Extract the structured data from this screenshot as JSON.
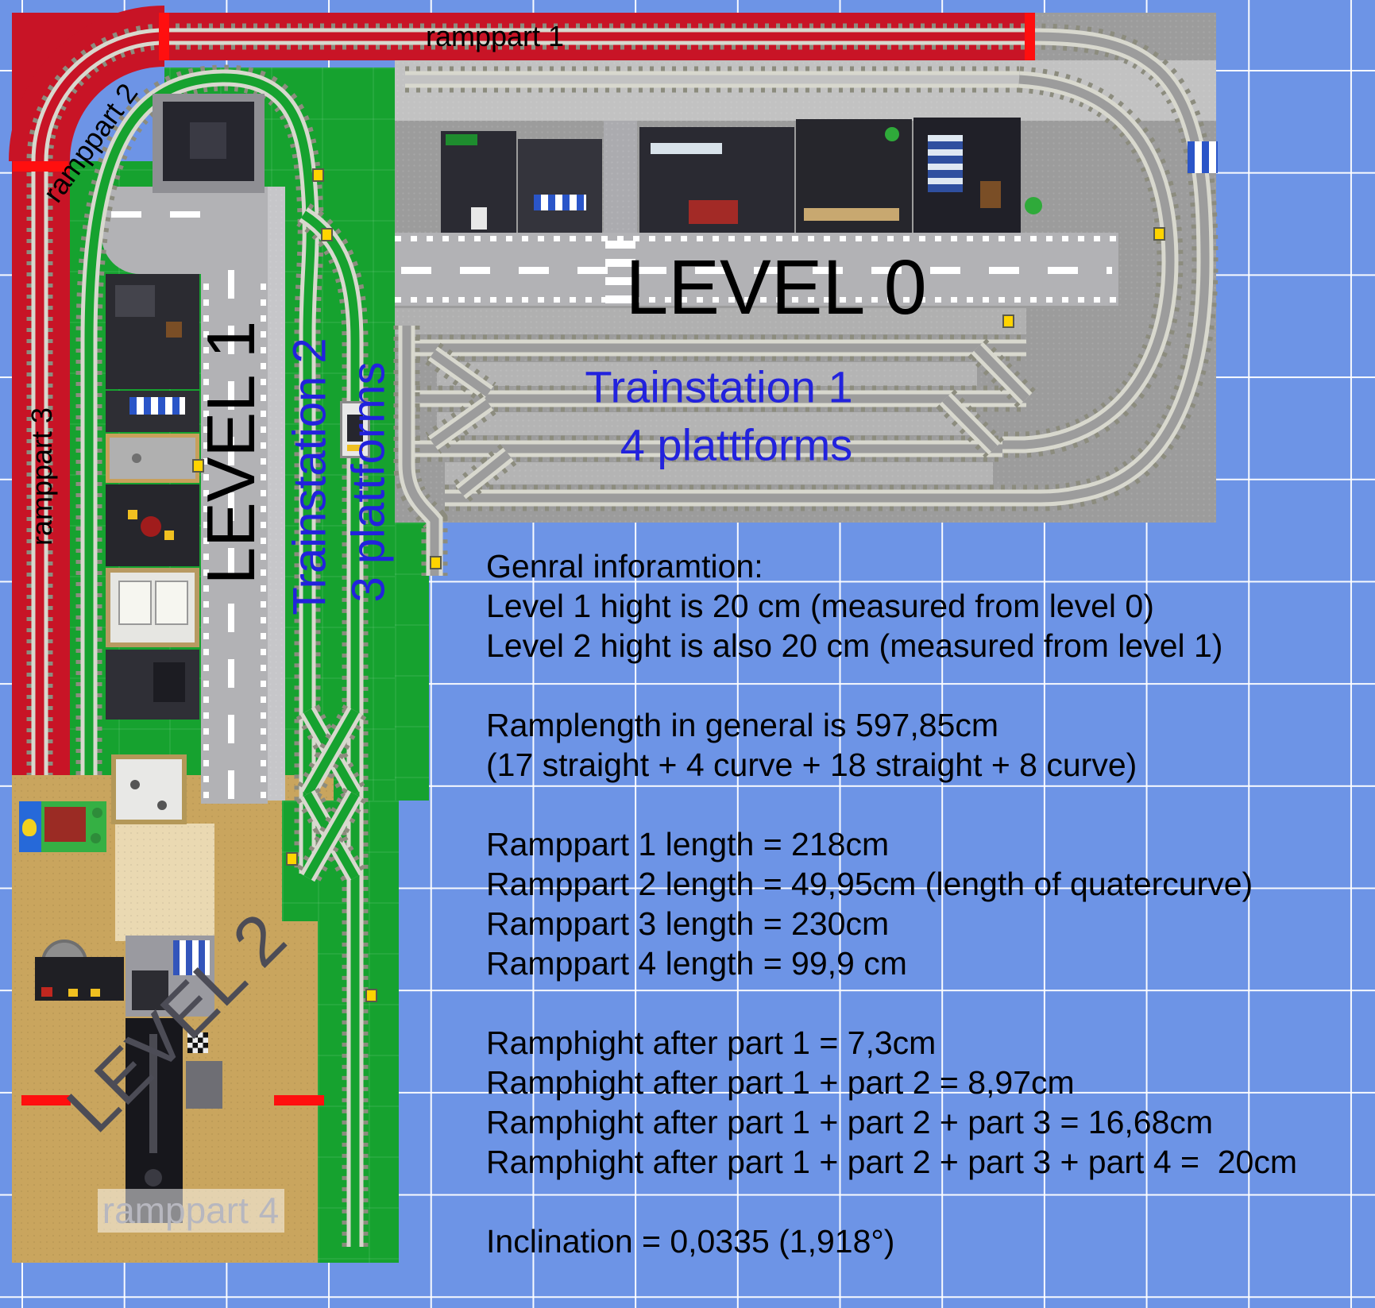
{
  "diagram_title": "LEGO train layout levels plan",
  "labels": {
    "ramppart1": "ramppart 1",
    "ramppart2": "ramppart 2",
    "ramppart3": "ramppart 3",
    "ramppart4": "ramppart 4",
    "level0": "LEVEL 0",
    "level1": "LEVEL 1",
    "level2": "LEVEL 2",
    "trainstation1_line1": "Trainstation 1",
    "trainstation1_line2": "4 plattforms",
    "trainstation2_line1": "Trainstation 2",
    "trainstation2_line2": "3 plattforms"
  },
  "info_text": {
    "lines": [
      "Genral inforamtion:",
      "Level 1 hight is 20 cm (measured from level 0)",
      "Level 2 hight is also 20 cm (measured from level 1)",
      "",
      "Ramplength in general is 597,85cm",
      "(17 straight + 4 curve + 18 straight + 8 curve)",
      "",
      "Ramppart 1 length = 218cm",
      "Ramppart 2 length = 49,95cm (length of quatercurve)",
      "Ramppart 3 length = 230cm",
      "Ramppart 4 length = 99,9 cm",
      "",
      "Ramphight after part 1 = 7,3cm",
      "Ramphight after part 1 + part 2 = 8,97cm",
      "Ramphight after part 1 + part 2 + part 3 = 16,68cm",
      "Ramphight after part 1 + part 2 + part 3 + part 4 =  20cm",
      "",
      "Inclination = 0,0335 (1,918°)"
    ]
  },
  "colors": {
    "background_blue": "#6d94e6",
    "ramp_red": "#c81426",
    "stop_marker_red": "#ff0f0f",
    "baseplate_green": "#16a22f",
    "baseplate_gray": "#9c9c9c",
    "platform_light_gray": "#c2c2c2",
    "level2_tan": "#c9a55e",
    "station_text_blue": "#2222dd",
    "level2_text_gray": "#4c4c56",
    "ramppart4_text_gray": "#b7b7bf"
  }
}
